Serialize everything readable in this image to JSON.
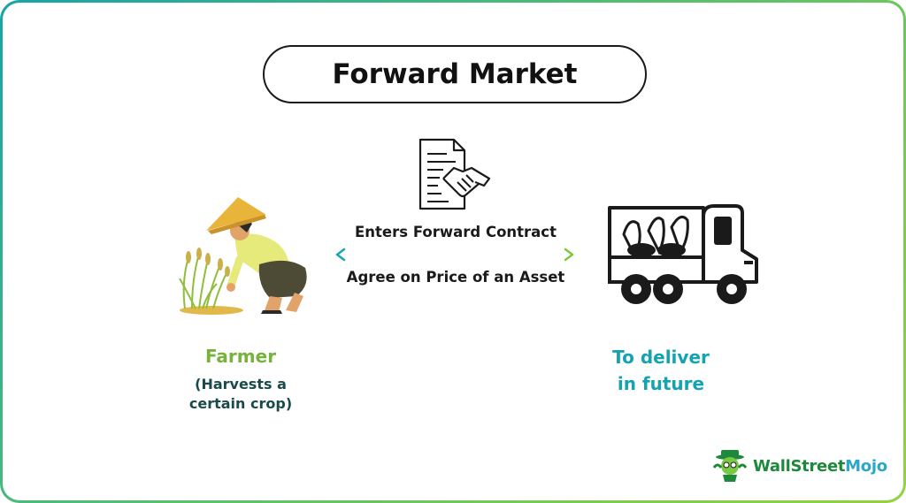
{
  "title": "Forward Market",
  "middle": {
    "top_text": "Enters Forward Contract",
    "bottom_text": "Agree on Price of an Asset"
  },
  "left": {
    "label": "Farmer",
    "sublabel_line1": "(Harvests a",
    "sublabel_line2": "certain crop)"
  },
  "right": {
    "label_line1": "To deliver",
    "label_line2": "in future"
  },
  "brand": {
    "part1": "WallStreet",
    "part2": "Mojo"
  },
  "colors": {
    "frame_gradient": [
      "#19a3a8",
      "#94d23f"
    ],
    "farmer_green": "#77b33c",
    "deliver_teal": "#14a3b0",
    "arrow_teal": "#1aa6b0",
    "arrow_green": "#7ac943"
  },
  "icons": [
    "contract-handshake-icon",
    "farmer-harvesting-illustration",
    "delivery-truck-icon",
    "double-arrow-icon",
    "wallstreetmojo-logo-icon"
  ]
}
